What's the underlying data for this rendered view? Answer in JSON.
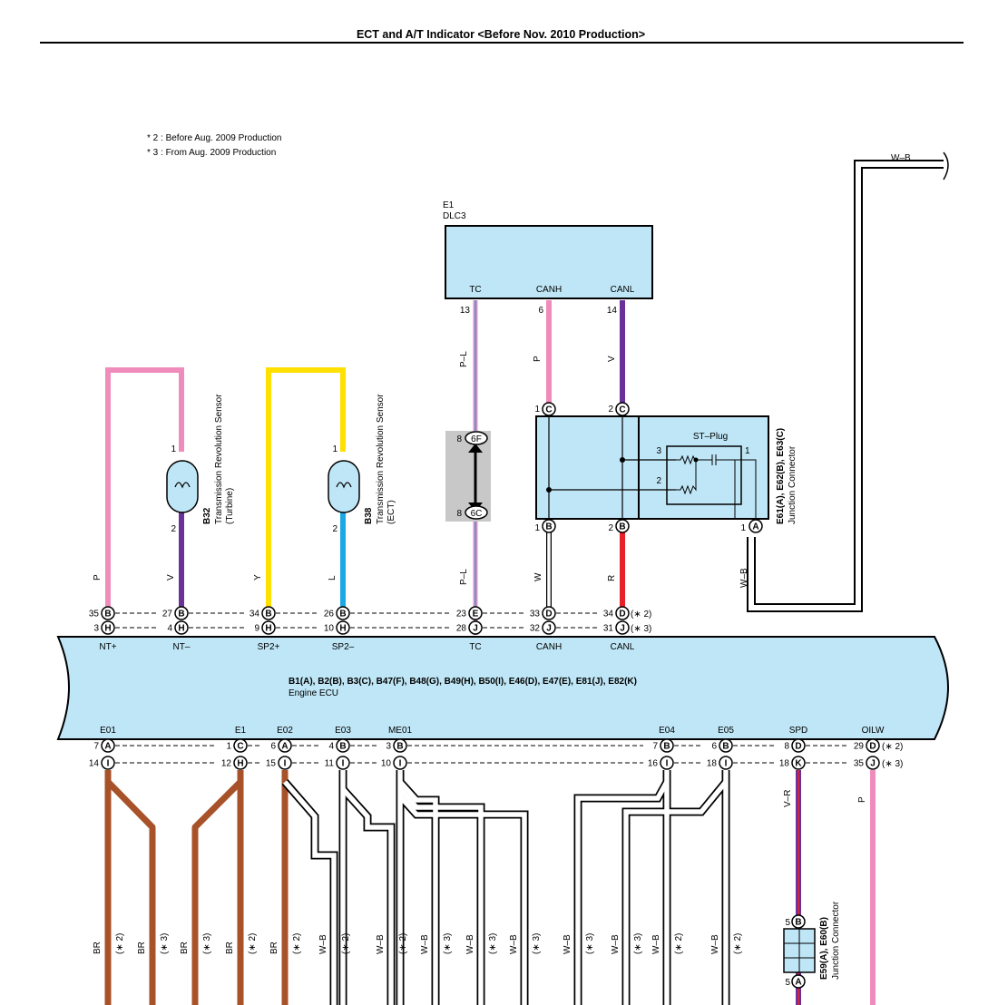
{
  "title": "ECT and A/T Indicator <Before Nov. 2010 Production>",
  "notes": [
    "* 2 : Before Aug.  2009 Production",
    "* 3 : From Aug.  2009 Production"
  ],
  "colors": {
    "P": "#f08cbc",
    "V": "#6a3199",
    "Y": "#ffe000",
    "L": "#1ca8e4",
    "R": "#e8202a",
    "BR": "#a8522a",
    "W": "#ffffff",
    "box": "#bfe6f6",
    "gray": "#c8c8c8"
  },
  "dlc3": {
    "id": "E1",
    "name": "DLC3",
    "pins": [
      "TC",
      "CANH",
      "CANL"
    ],
    "pin_nums": [
      "13",
      "6",
      "14"
    ]
  },
  "sensor_b32": {
    "id": "B32",
    "name": "Transmission Revolution Sensor",
    "sub": "(Turbine)",
    "pin1": "1",
    "pin2": "2"
  },
  "sensor_b38": {
    "id": "B38",
    "name": "Transmission Revolution Sensor",
    "sub": "(ECT)",
    "pin1": "1",
    "pin2": "2"
  },
  "junction_e61": {
    "title": "E61(A), E62(B), E63(C)",
    "sub": "Junction Connector",
    "plug": "ST–Plug",
    "pin_c1": "1",
    "pin_c2": "2",
    "pin_b1": "1",
    "pin_b2": "2",
    "pin_a": "1",
    "plug_p3": "3",
    "plug_p2": "2",
    "plug_p1": "1"
  },
  "junction_e59": {
    "title": "E59(A), E60(B)",
    "sub": "Junction Connector",
    "pin_top": "5",
    "pin_bot": "5"
  },
  "connector_6": {
    "top": "8",
    "top_id": "6F",
    "bot": "8",
    "bot_id": "6C"
  },
  "ecu": {
    "connectors": "B1(A), B2(B), B3(C), B47(F), B48(G), B49(H), B50(I), E46(D), E47(E), E81(J), E82(K)",
    "name": "Engine ECU",
    "top_terminals": [
      "NT+",
      "NT–",
      "SP2+",
      "SP2–",
      "TC",
      "CANH",
      "CANL"
    ],
    "bottom_terminals": [
      "E01",
      "E1",
      "E02",
      "E03",
      "ME01",
      "E04",
      "E05",
      "SPD",
      "OILW"
    ]
  },
  "wire_labels": {
    "pl_top": "P–L",
    "p_canh": "P",
    "v_canl": "V",
    "p_nt": "P",
    "v_nt": "V",
    "y_sp": "Y",
    "l_sp": "L",
    "pl_bot": "P–L",
    "w_canh": "W",
    "r_canl": "R",
    "wb_a": "W–B",
    "wb_top": "W–B",
    "vr_spd": "V–R",
    "p_oilw": "P"
  },
  "top_rows": {
    "row1": [
      {
        "num": "35",
        "letter": "B"
      },
      {
        "num": "27",
        "letter": "B"
      },
      {
        "num": "34",
        "letter": "B"
      },
      {
        "num": "26",
        "letter": "B"
      },
      {
        "num": "23",
        "letter": "E"
      },
      {
        "num": "33",
        "letter": "D"
      },
      {
        "num": "34",
        "letter": "D"
      }
    ],
    "row2": [
      {
        "num": "3",
        "letter": "H"
      },
      {
        "num": "4",
        "letter": "H"
      },
      {
        "num": "9",
        "letter": "H"
      },
      {
        "num": "10",
        "letter": "H"
      },
      {
        "num": "28",
        "letter": "J"
      },
      {
        "num": "32",
        "letter": "J"
      },
      {
        "num": "31",
        "letter": "J"
      }
    ],
    "note1": "(∗ 2)",
    "note2": "(∗ 3)"
  },
  "bottom_rows": {
    "row1": [
      {
        "num": "7",
        "letter": "A"
      },
      {
        "num": "1",
        "letter": "C"
      },
      {
        "num": "6",
        "letter": "A"
      },
      {
        "num": "4",
        "letter": "B"
      },
      {
        "num": "3",
        "letter": "B"
      },
      {
        "num": "7",
        "letter": "B"
      },
      {
        "num": "6",
        "letter": "B"
      },
      {
        "num": "8",
        "letter": "D"
      },
      {
        "num": "29",
        "letter": "D"
      }
    ],
    "row2": [
      {
        "num": "14",
        "letter": "I"
      },
      {
        "num": "12",
        "letter": "H"
      },
      {
        "num": "15",
        "letter": "I"
      },
      {
        "num": "11",
        "letter": "I"
      },
      {
        "num": "10",
        "letter": "I"
      },
      {
        "num": "16",
        "letter": "I"
      },
      {
        "num": "18",
        "letter": "I"
      },
      {
        "num": "18",
        "letter": "K"
      },
      {
        "num": "35",
        "letter": "J"
      }
    ],
    "note1": "(∗ 2)",
    "note2": "(∗ 3)"
  },
  "bottom_wires": [
    {
      "color": "BR",
      "note": "(∗ 2)"
    },
    {
      "color": "BR",
      "note": "(∗ 3)"
    },
    {
      "color": "BR",
      "note": "(∗ 3)"
    },
    {
      "color": "BR",
      "note": "(∗ 2)"
    },
    {
      "color": "BR",
      "note": "(∗ 2)"
    },
    {
      "color": "W–B",
      "note": "(∗ 2)"
    },
    {
      "color": "W–B",
      "note": "(∗ 2)"
    },
    {
      "color": "W–B",
      "note": "(∗ 3)"
    },
    {
      "color": "W–B",
      "note": "(∗ 3)"
    },
    {
      "color": "W–B",
      "note": "(∗ 3)"
    },
    {
      "color": "W–B",
      "note": "(∗ 3)"
    },
    {
      "color": "W–B",
      "note": "(∗ 3)"
    },
    {
      "color": "W–B",
      "note": "(∗ 2)"
    },
    {
      "color": "W–B",
      "note": "(∗ 2)"
    }
  ]
}
